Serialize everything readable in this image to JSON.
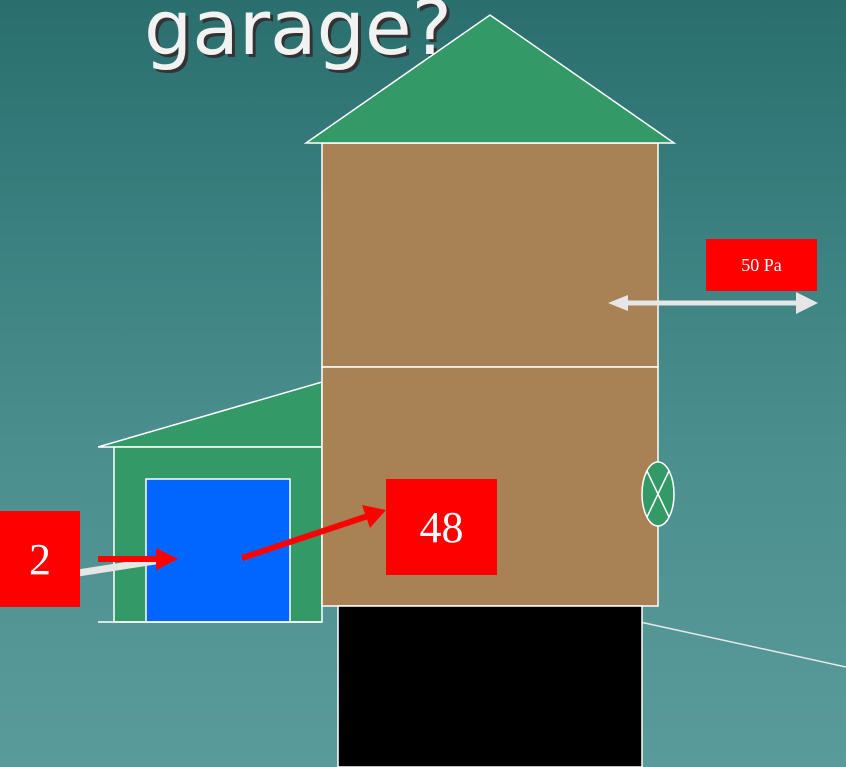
{
  "slide": {
    "title": "garage?",
    "labels": {
      "house_pressure": "50 Pa",
      "room_pressure": "48",
      "garage_pressure": "2"
    }
  },
  "colors": {
    "roof": "#339966",
    "house_wall": "#a88255",
    "garage_wall": "#339966",
    "garage_door": "#0066ff",
    "foundation": "#000000",
    "arrow_red": "#ff0000",
    "arrow_white": "#e6e6e6",
    "label_box": "#ff0000"
  }
}
